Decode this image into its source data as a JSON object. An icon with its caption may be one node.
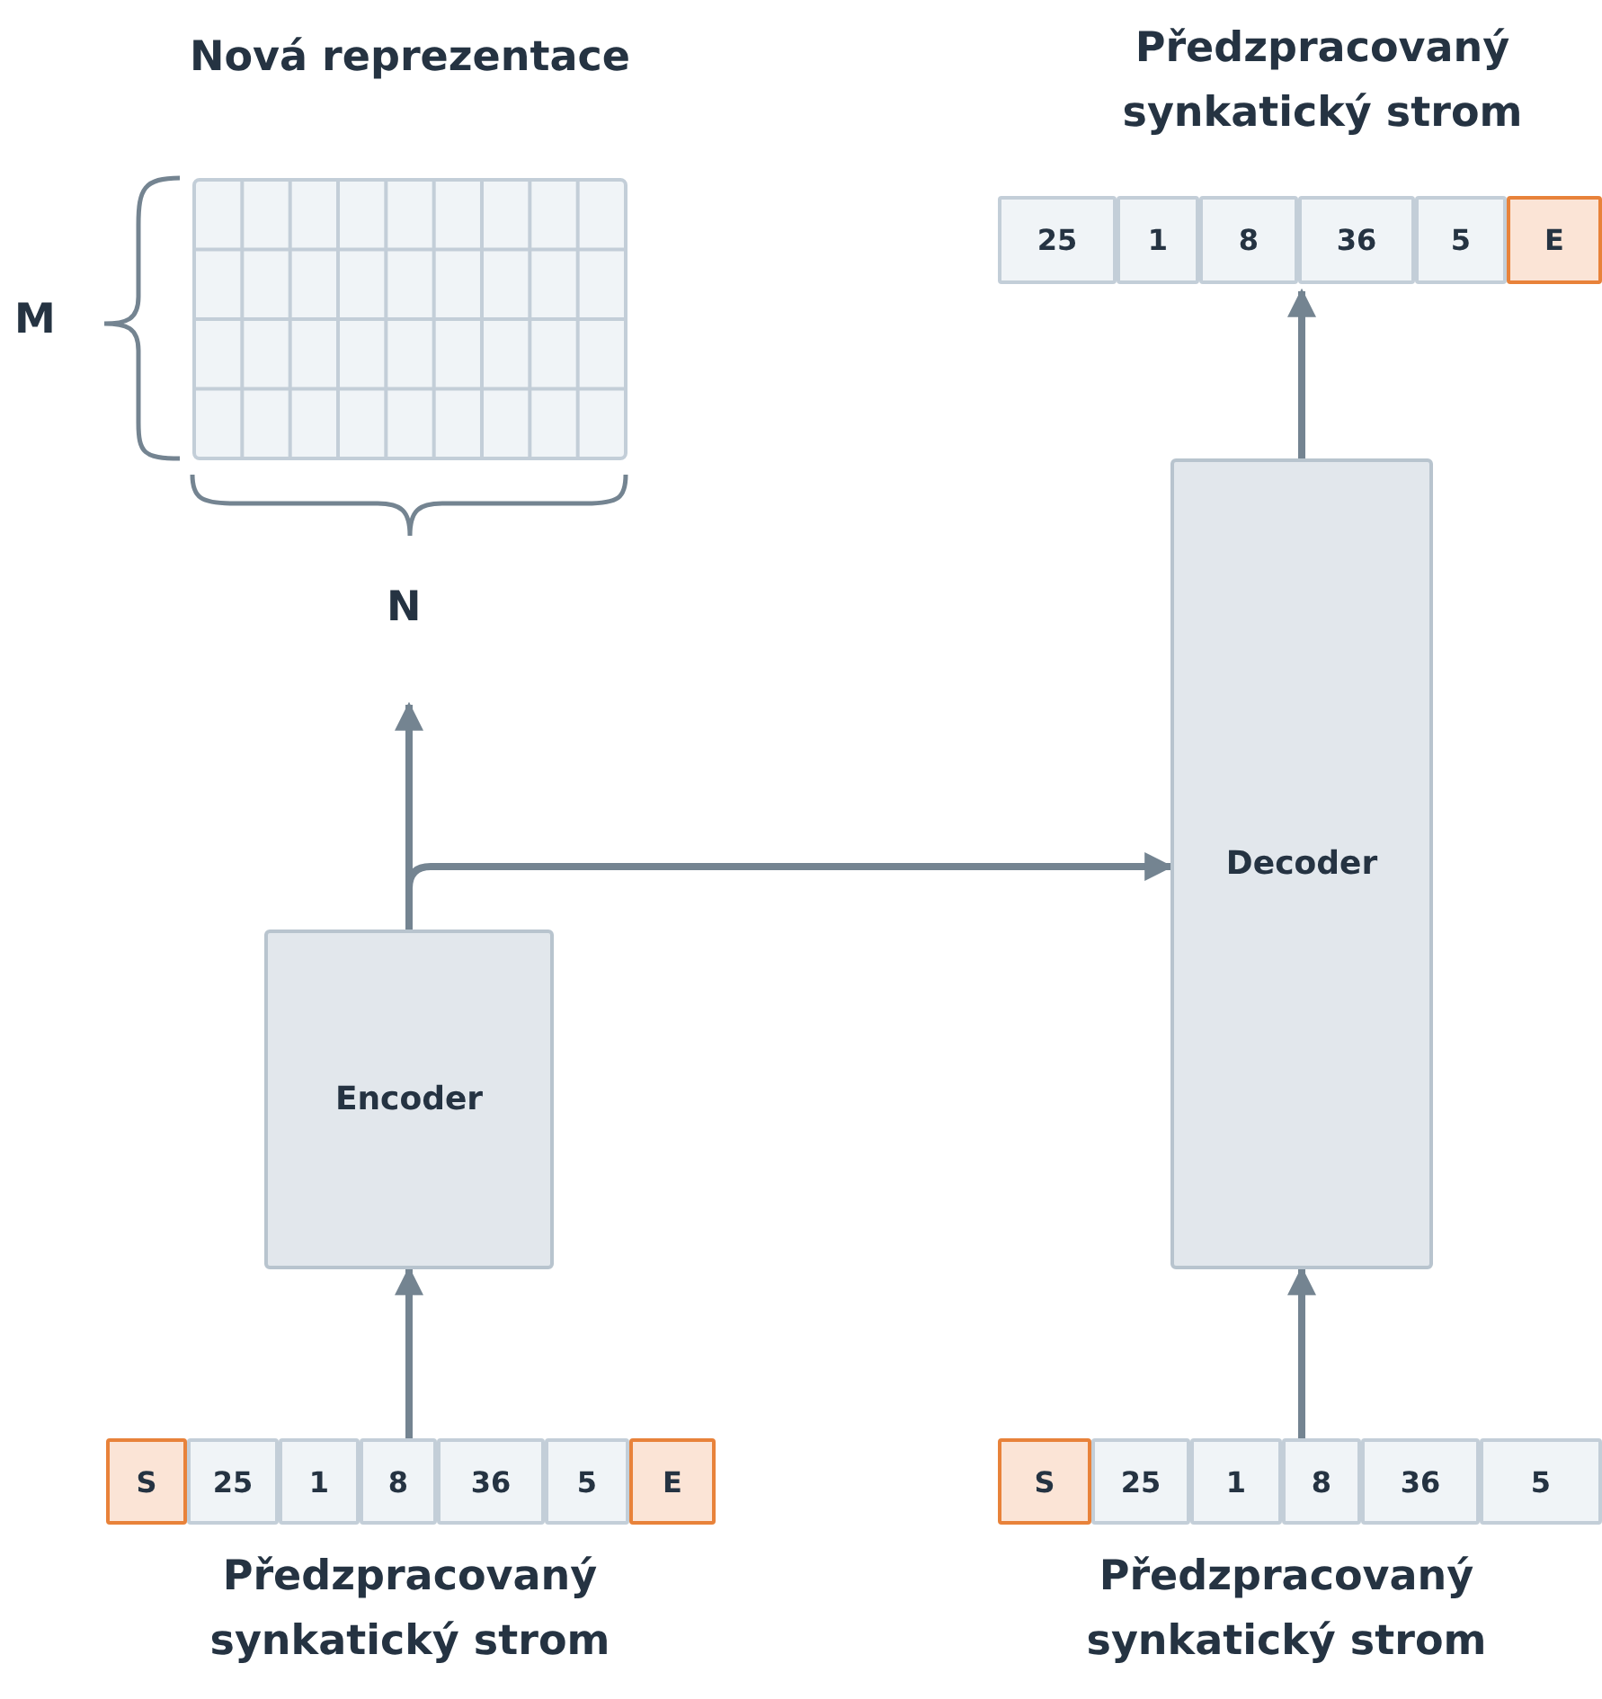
{
  "diagram": {
    "nodes": [
      {
        "text": [
          "Nová reprezentace"
        ]
      },
      {
        "text": [
          "Předzpracovaný synkatický strom"
        ]
      },
      {
        "text": [
          "25"
        ],
        "in": 1
      },
      {
        "text": [
          "1"
        ],
        "in": 1
      },
      {
        "text": [
          "8"
        ],
        "in": 1
      },
      {
        "text": [
          "36"
        ],
        "in": 1
      },
      {
        "text": [
          "5"
        ],
        "in": 1
      },
      {
        "text": [
          "E"
        ],
        "in": 1
      },
      {
        "text": [
          "Decoder"
        ]
      },
      {
        "text": [
          "Encoder"
        ]
      },
      {
        "text": [
          "Předzpracovaný synkatický strom"
        ]
      },
      {
        "text": [
          "S"
        ],
        "in": 10
      },
      {
        "text": [
          "25"
        ],
        "in": 10
      },
      {
        "text": [
          "1"
        ],
        "in": 10
      },
      {
        "text": [
          "8"
        ],
        "in": 10
      },
      {
        "text": [
          "36"
        ],
        "in": 10
      },
      {
        "text": [
          "5"
        ],
        "in": 10
      },
      {
        "text": [
          "E"
        ],
        "in": 10
      },
      {
        "text": [
          "Předzpracovaný synkatický strom"
        ]
      },
      {
        "text": [
          "S"
        ],
        "in": 18
      },
      {
        "text": [
          "25"
        ],
        "in": 18
      },
      {
        "text": [
          "1"
        ],
        "in": 18
      },
      {
        "text": [
          "8"
        ],
        "in": 18
      },
      {
        "text": [
          "36"
        ],
        "in": 18
      },
      {
        "text": [
          "5"
        ],
        "in": 18
      }
    ],
    "edges": [
      {
        "from": 10,
        "to": 9,
        "arrow": "to"
      },
      {
        "from": 9,
        "to": null,
        "arrow": "to"
      },
      {
        "from": 9,
        "to": 8,
        "arrow": "to"
      },
      {
        "from": 18,
        "to": 8,
        "arrow": "to"
      },
      {
        "from": 8,
        "to": 1,
        "arrow": "to"
      }
    ],
    "labels": [
      "M",
      "N"
    ]
  }
}
